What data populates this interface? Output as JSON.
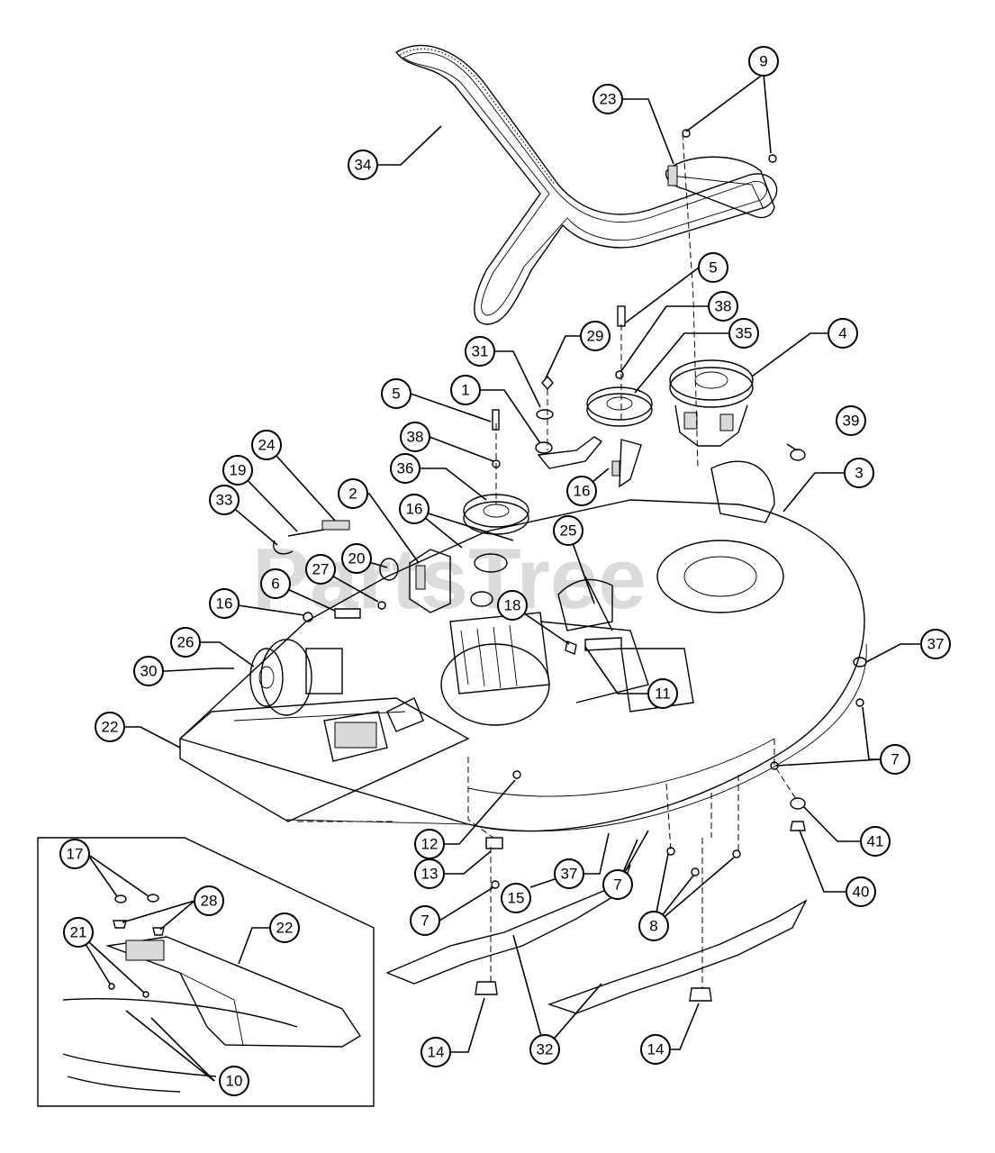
{
  "watermark": "PartsTree",
  "callouts": [
    {
      "id": "c9",
      "label": "9"
    },
    {
      "id": "c23",
      "label": "23"
    },
    {
      "id": "c34",
      "label": "34"
    },
    {
      "id": "c5a",
      "label": "5"
    },
    {
      "id": "c38a",
      "label": "38"
    },
    {
      "id": "c35",
      "label": "35"
    },
    {
      "id": "c29",
      "label": "29"
    },
    {
      "id": "c31",
      "label": "31"
    },
    {
      "id": "c4",
      "label": "4"
    },
    {
      "id": "c5b",
      "label": "5"
    },
    {
      "id": "c1",
      "label": "1"
    },
    {
      "id": "c39",
      "label": "39"
    },
    {
      "id": "c38b",
      "label": "38"
    },
    {
      "id": "c3",
      "label": "3"
    },
    {
      "id": "c24",
      "label": "24"
    },
    {
      "id": "c16a",
      "label": "16"
    },
    {
      "id": "c19",
      "label": "19"
    },
    {
      "id": "c36",
      "label": "36"
    },
    {
      "id": "c2",
      "label": "2"
    },
    {
      "id": "c16b",
      "label": "16"
    },
    {
      "id": "c25",
      "label": "25"
    },
    {
      "id": "c33",
      "label": "33"
    },
    {
      "id": "c20",
      "label": "20"
    },
    {
      "id": "c27",
      "label": "27"
    },
    {
      "id": "c6",
      "label": "6"
    },
    {
      "id": "c16c",
      "label": "16"
    },
    {
      "id": "c18",
      "label": "18"
    },
    {
      "id": "c26",
      "label": "26"
    },
    {
      "id": "c37a",
      "label": "37"
    },
    {
      "id": "c30",
      "label": "30"
    },
    {
      "id": "c11",
      "label": "11"
    },
    {
      "id": "c22a",
      "label": "22"
    },
    {
      "id": "c7a",
      "label": "7"
    },
    {
      "id": "c12",
      "label": "12"
    },
    {
      "id": "c41",
      "label": "41"
    },
    {
      "id": "c17",
      "label": "17"
    },
    {
      "id": "c13",
      "label": "13"
    },
    {
      "id": "c37b",
      "label": "37"
    },
    {
      "id": "c40",
      "label": "40"
    },
    {
      "id": "c28",
      "label": "28"
    },
    {
      "id": "c15",
      "label": "15"
    },
    {
      "id": "c22b",
      "label": "22"
    },
    {
      "id": "c7b",
      "label": "7"
    },
    {
      "id": "c7c",
      "label": "7"
    },
    {
      "id": "c21",
      "label": "21"
    },
    {
      "id": "c8",
      "label": "8"
    },
    {
      "id": "c14a",
      "label": "14"
    },
    {
      "id": "c32",
      "label": "32"
    },
    {
      "id": "c14b",
      "label": "14"
    },
    {
      "id": "c10",
      "label": "10"
    }
  ]
}
